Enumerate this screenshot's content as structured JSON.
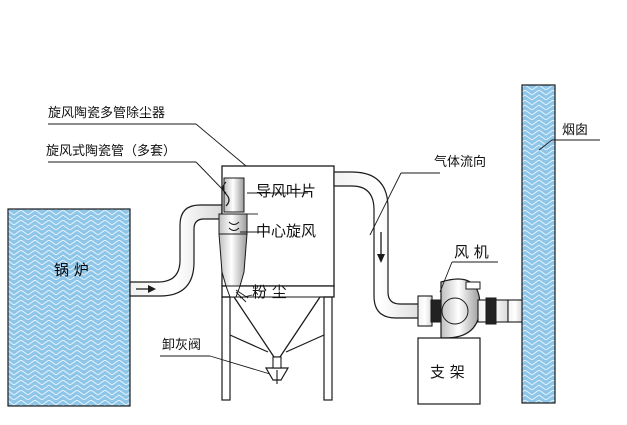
{
  "labels": {
    "collector": "旋风陶瓷多管除尘器",
    "tube": "旋风式陶瓷管（多套）",
    "guide_vane": "导风叶片",
    "center_cyclone": "中心旋风",
    "dust": "粉 尘",
    "discharge_valve": "卸灰阀",
    "boiler": "锅 炉",
    "gas_flow": "气体流向",
    "fan": "风 机",
    "bracket": "支 架",
    "chimney": "烟囱"
  },
  "colors": {
    "brick_blue": "#8ec6ea",
    "brick_line": "#ffffff",
    "line": "#1a1a1a",
    "duct_fill": "#ffffff"
  }
}
